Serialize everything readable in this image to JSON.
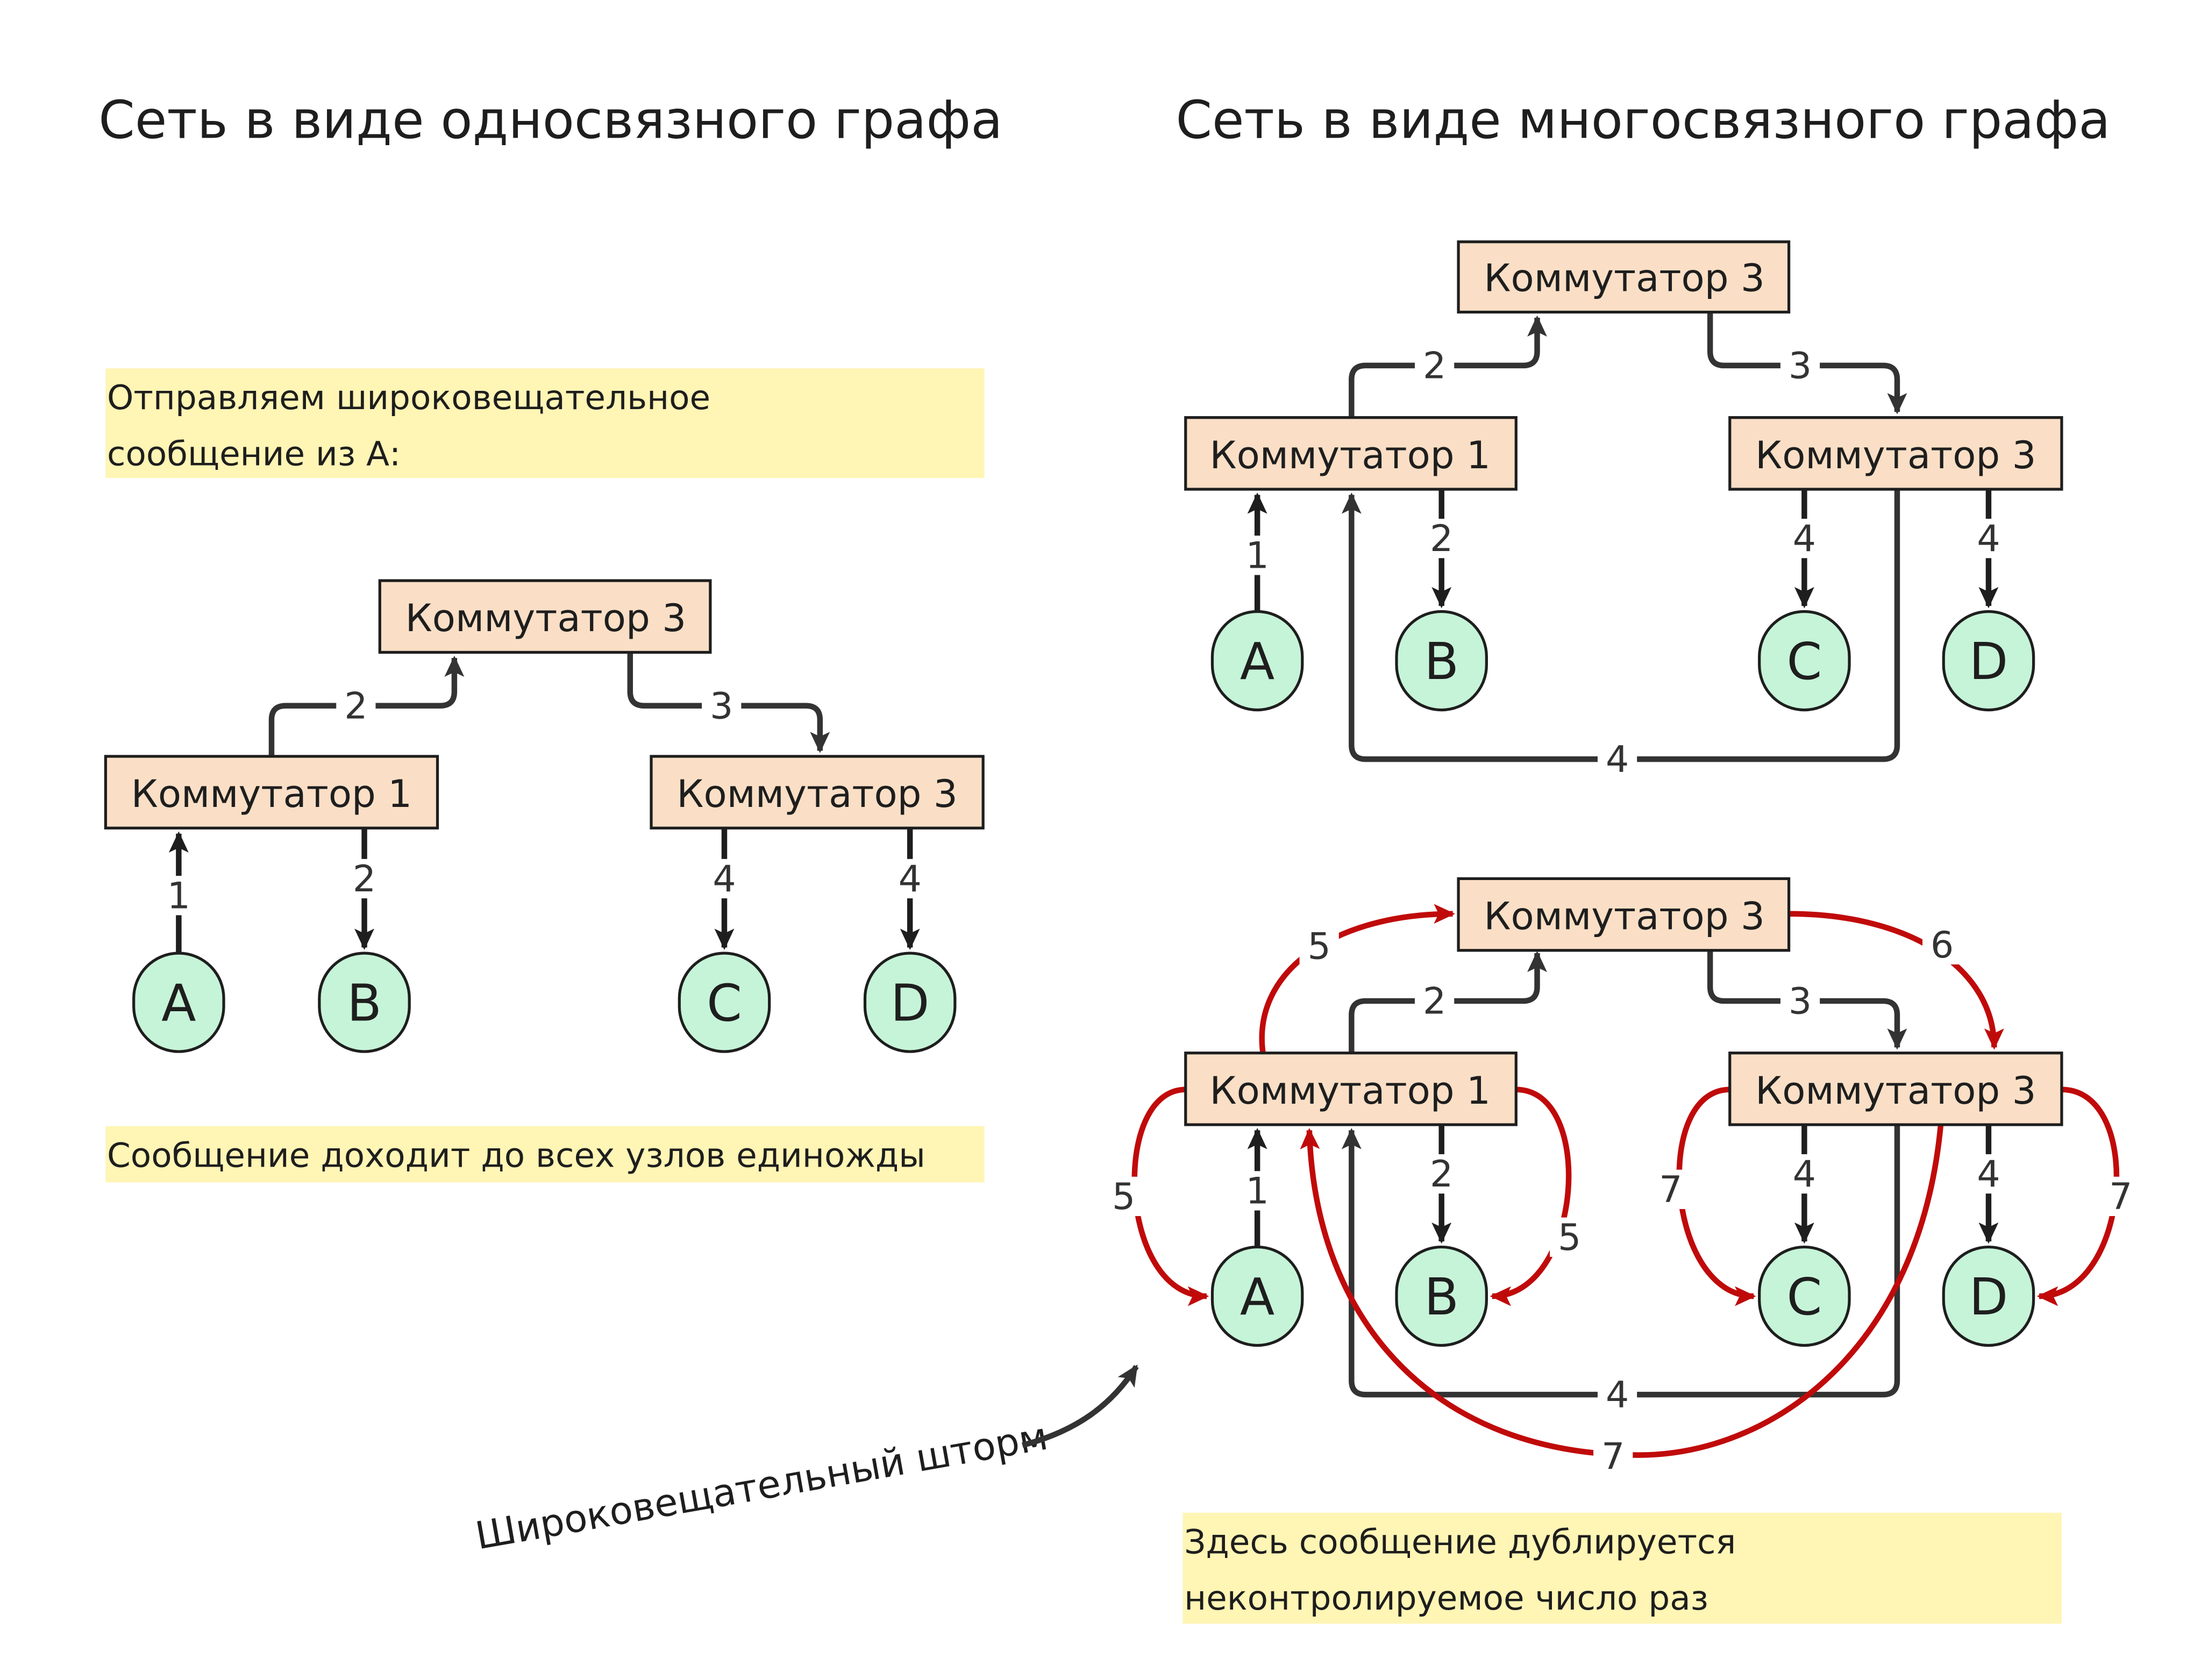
{
  "colors": {
    "switch_fill": "#fadfc6",
    "node_fill": "#c6f4d8",
    "note_fill": "#fff5b5",
    "line_dark": "#333333",
    "line_black": "#1e1e1e",
    "storm_red": "#c00a0a"
  },
  "left": {
    "title": "Сеть в виде односвязного графа",
    "note_top": [
      "Отправляем широковещательное",
      "сообщение из А:"
    ],
    "note_bottom": "Сообщение доходит до всех узлов единожды",
    "switches": {
      "top": "Коммутатор 3",
      "left": "Коммутатор 1",
      "right": "Коммутатор 3"
    },
    "nodes": [
      "A",
      "B",
      "C",
      "D"
    ],
    "edge_labels": {
      "a_to_k1": "1",
      "k1_to_b": "2",
      "k1_to_ktop": "2",
      "ktop_to_kright": "3",
      "kright_to_c": "4",
      "kright_to_d": "4"
    }
  },
  "right_top": {
    "title": "Сеть в виде многосвязного графа",
    "switches": {
      "top": "Коммутатор 3",
      "left": "Коммутатор 1",
      "right": "Коммутатор 3"
    },
    "nodes": [
      "A",
      "B",
      "C",
      "D"
    ],
    "edge_labels": {
      "a_to_k1": "1",
      "k1_to_b": "2",
      "k1_to_ktop": "2",
      "ktop_to_kright": "3",
      "kright_to_c": "4",
      "kright_to_d": "4",
      "kright_to_k1_loop": "4"
    }
  },
  "right_bottom": {
    "switches": {
      "top": "Коммутатор 3",
      "left": "Коммутатор 1",
      "right": "Коммутатор 3"
    },
    "nodes": [
      "A",
      "B",
      "C",
      "D"
    ],
    "edge_labels": {
      "a_to_k1": "1",
      "k1_to_b": "2",
      "k1_to_ktop": "2",
      "ktop_to_kright": "3",
      "kright_to_c": "4",
      "kright_to_d": "4",
      "kright_to_k1_loop": "4"
    },
    "storm_labels": {
      "k1_to_ktop": "5",
      "ktop_to_kright": "6",
      "k1_to_a": "5",
      "k1_to_b": "5",
      "kright_to_c": "7",
      "kright_to_d": "7",
      "kright_to_k1": "7"
    },
    "storm_annotation": "Широковещательный шторм",
    "note": [
      "Здесь сообщение дублируется",
      "неконтролируемое число раз"
    ]
  }
}
